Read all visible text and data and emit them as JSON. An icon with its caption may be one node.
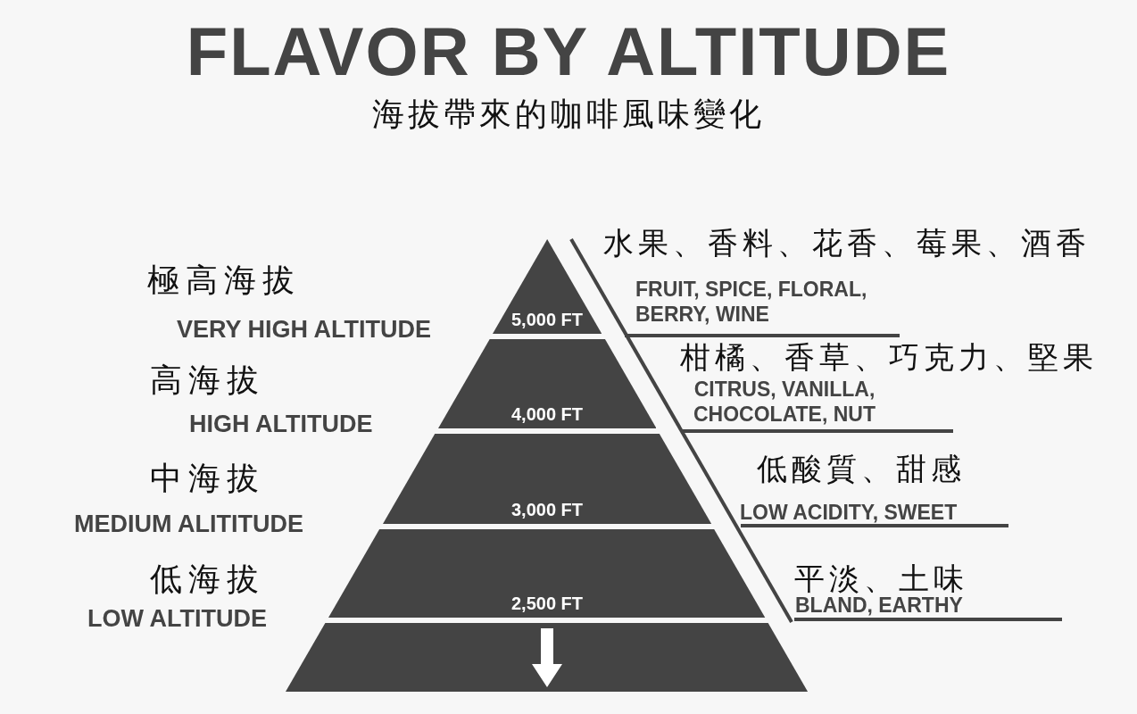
{
  "diagram": {
    "title": "FLAVOR BY ALTITUDE",
    "nodes": [
      {
        "text": [
          "5,000 FT"
        ]
      },
      {
        "text": [
          "4,000 FT"
        ]
      },
      {
        "text": [
          "3,000 FT"
        ]
      },
      {
        "text": [
          "2,500 FT"
        ]
      },
      {
        "text": [],
        "shape": "trapezoid"
      }
    ],
    "labels": [
      "海拔帶來的咖啡風味變化",
      "水果、香料、花香、莓果、酒香",
      "極高海拔",
      "FRUIT, SPICE, FLORAL, BERRY, WINE",
      "VERY HIGH ALTITUDE",
      "柑橘、香草、巧克力、堅果",
      "高海拔",
      "CITRUS, VANILLA, CHOCOLATE, NUT",
      "HIGH ALTITUDE",
      "低酸質、甜感",
      "中海拔",
      "LOW ACIDITY, SWEET",
      "MEDIUM ALITITUDE",
      "低海拔",
      "平淡、土味",
      "BLAND, EARTHY",
      "LOW ALTITUDE"
    ]
  }
}
